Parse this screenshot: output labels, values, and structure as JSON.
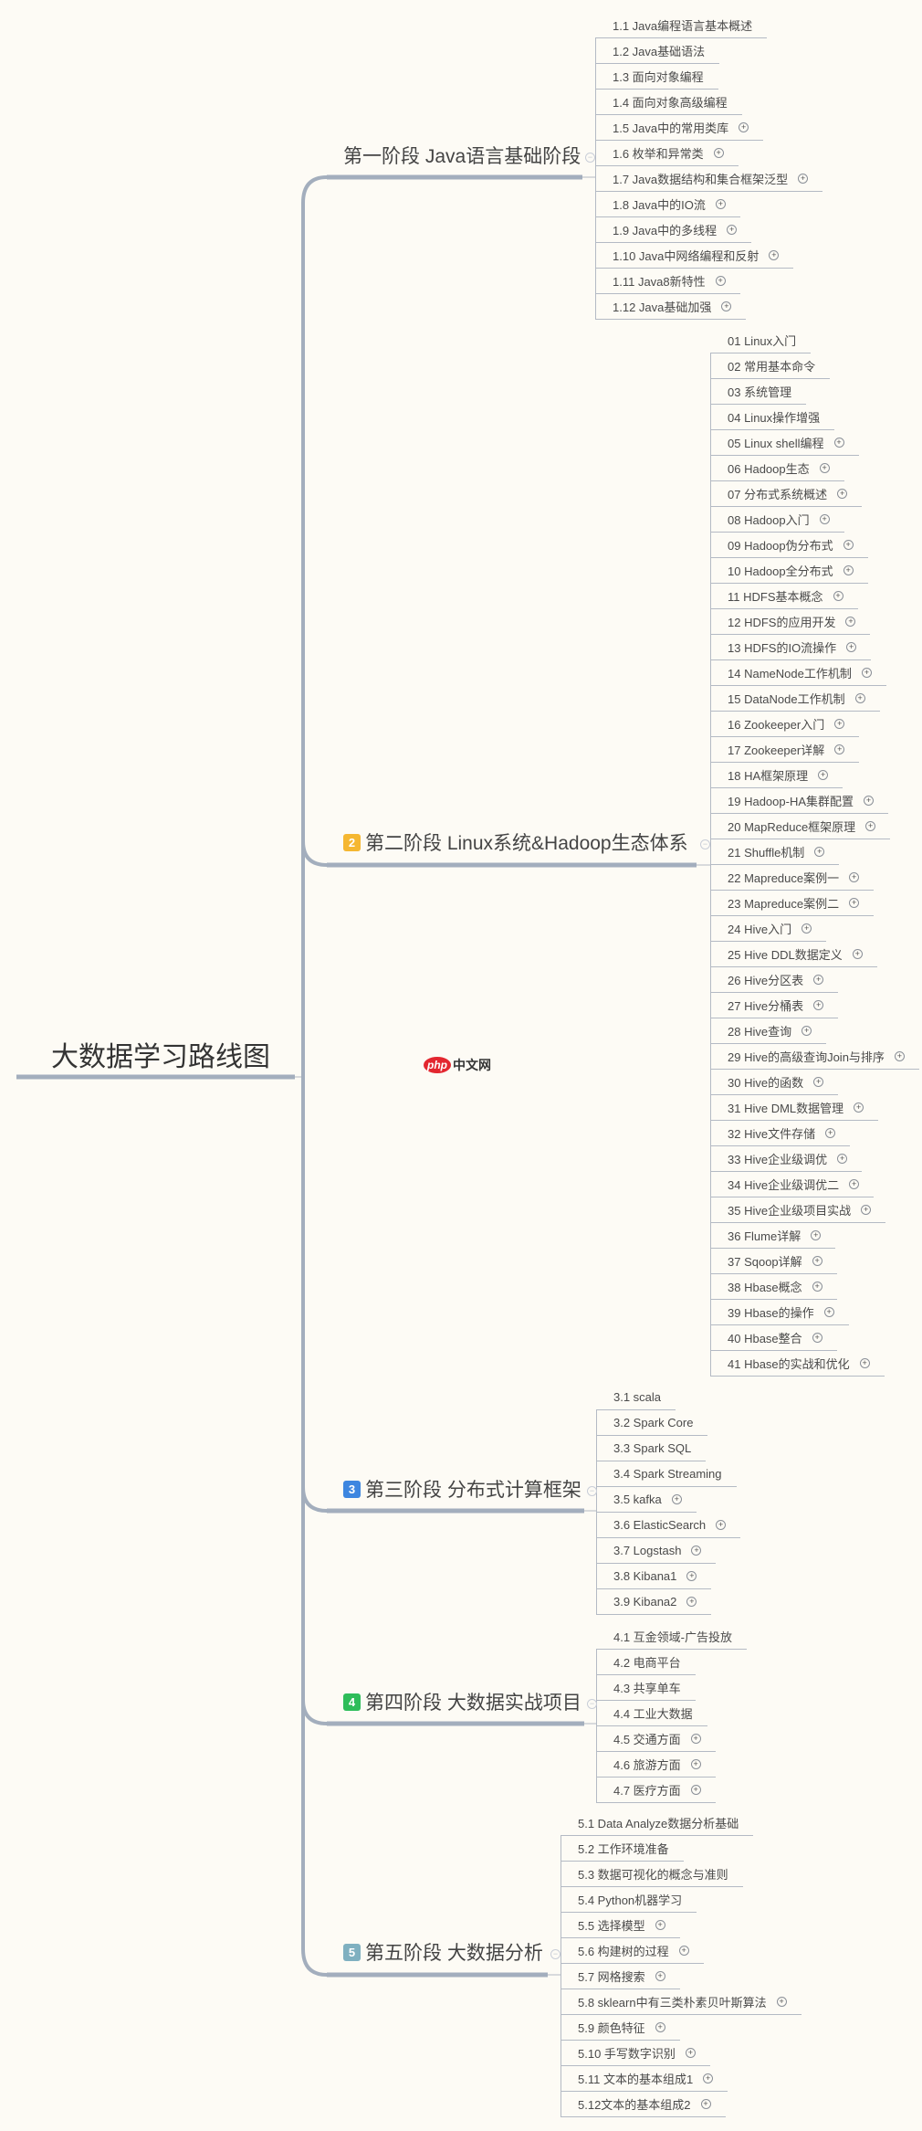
{
  "root": {
    "title": "大数据学习路线图"
  },
  "watermark": {
    "logo": "php",
    "text": "中文网"
  },
  "colors": {
    "branch": "#a3aebd",
    "badge2": "#f5b731",
    "badge3": "#3d86e0",
    "badge4": "#2ebd5a",
    "badge5": "#7fb0c0"
  },
  "stages": [
    {
      "badge": "",
      "title": "第一阶段 Java语言基础阶段",
      "items": [
        {
          "label": "1.1 Java编程语言基本概述",
          "expandable": false
        },
        {
          "label": "1.2 Java基础语法",
          "expandable": false
        },
        {
          "label": "1.3 面向对象编程",
          "expandable": false
        },
        {
          "label": "1.4 面向对象高级编程",
          "expandable": false
        },
        {
          "label": "1.5 Java中的常用类库",
          "expandable": true
        },
        {
          "label": "1.6 枚举和异常类",
          "expandable": true
        },
        {
          "label": "1.7 Java数据结构和集合框架泛型",
          "expandable": true
        },
        {
          "label": "1.8 Java中的IO流",
          "expandable": true
        },
        {
          "label": "1.9 Java中的多线程",
          "expandable": true
        },
        {
          "label": "1.10 Java中网络编程和反射",
          "expandable": true
        },
        {
          "label": "1.11 Java8新特性",
          "expandable": true
        },
        {
          "label": "1.12 Java基础加强",
          "expandable": true
        }
      ]
    },
    {
      "badge": "2",
      "title": "第二阶段 Linux系统&Hadoop生态体系",
      "items": [
        {
          "label": "01 Linux入门",
          "expandable": false
        },
        {
          "label": "02 常用基本命令",
          "expandable": false
        },
        {
          "label": "03 系统管理",
          "expandable": false
        },
        {
          "label": "04 Linux操作增强",
          "expandable": false
        },
        {
          "label": "05 Linux shell编程",
          "expandable": true
        },
        {
          "label": "06 Hadoop生态",
          "expandable": true
        },
        {
          "label": "07 分布式系统概述",
          "expandable": true
        },
        {
          "label": "08 Hadoop入门",
          "expandable": true
        },
        {
          "label": "09 Hadoop伪分布式",
          "expandable": true
        },
        {
          "label": "10 Hadoop全分布式",
          "expandable": true
        },
        {
          "label": "11 HDFS基本概念",
          "expandable": true
        },
        {
          "label": "12 HDFS的应用开发",
          "expandable": true
        },
        {
          "label": "13 HDFS的IO流操作",
          "expandable": true
        },
        {
          "label": "14 NameNode工作机制",
          "expandable": true
        },
        {
          "label": "15 DataNode工作机制",
          "expandable": true
        },
        {
          "label": "16 Zookeeper入门",
          "expandable": true
        },
        {
          "label": "17 Zookeeper详解",
          "expandable": true
        },
        {
          "label": "18 HA框架原理",
          "expandable": true
        },
        {
          "label": "19 Hadoop-HA集群配置",
          "expandable": true
        },
        {
          "label": "20 MapReduce框架原理",
          "expandable": true
        },
        {
          "label": "21 Shuffle机制",
          "expandable": true
        },
        {
          "label": "22 Mapreduce案例一",
          "expandable": true
        },
        {
          "label": "23 Mapreduce案例二",
          "expandable": true
        },
        {
          "label": "24 Hive入门",
          "expandable": true
        },
        {
          "label": "25 Hive DDL数据定义",
          "expandable": true
        },
        {
          "label": "26 Hive分区表",
          "expandable": true
        },
        {
          "label": "27 Hive分桶表",
          "expandable": true
        },
        {
          "label": "28 Hive查询",
          "expandable": true
        },
        {
          "label": "29 Hive的高级查询Join与排序",
          "expandable": true
        },
        {
          "label": "30 Hive的函数",
          "expandable": true
        },
        {
          "label": "31 Hive DML数据管理",
          "expandable": true
        },
        {
          "label": "32 Hive文件存储",
          "expandable": true
        },
        {
          "label": "33 Hive企业级调优",
          "expandable": true
        },
        {
          "label": "34 Hive企业级调优二",
          "expandable": true
        },
        {
          "label": "35 Hive企业级项目实战",
          "expandable": true
        },
        {
          "label": "36 Flume详解",
          "expandable": true
        },
        {
          "label": "37 Sqoop详解",
          "expandable": true
        },
        {
          "label": "38 Hbase概念",
          "expandable": true
        },
        {
          "label": "39 Hbase的操作",
          "expandable": true
        },
        {
          "label": "40 Hbase整合",
          "expandable": true
        },
        {
          "label": "41 Hbase的实战和优化",
          "expandable": true
        }
      ]
    },
    {
      "badge": "3",
      "title": "第三阶段 分布式计算框架",
      "items": [
        {
          "label": "3.1 scala",
          "expandable": false
        },
        {
          "label": "3.2 Spark Core",
          "expandable": false
        },
        {
          "label": "3.3 Spark SQL",
          "expandable": false
        },
        {
          "label": "3.4 Spark Streaming",
          "expandable": false
        },
        {
          "label": "3.5 kafka",
          "expandable": true
        },
        {
          "label": "3.6 ElasticSearch",
          "expandable": true
        },
        {
          "label": "3.7 Logstash",
          "expandable": true
        },
        {
          "label": "3.8 Kibana1",
          "expandable": true
        },
        {
          "label": "3.9 Kibana2",
          "expandable": true
        }
      ]
    },
    {
      "badge": "4",
      "title": "第四阶段 大数据实战项目",
      "items": [
        {
          "label": "4.1 互金领域-广告投放",
          "expandable": false
        },
        {
          "label": "4.2 电商平台",
          "expandable": false
        },
        {
          "label": "4.3 共享单车",
          "expandable": false
        },
        {
          "label": "4.4 工业大数据",
          "expandable": false
        },
        {
          "label": "4.5 交通方面",
          "expandable": true
        },
        {
          "label": "4.6 旅游方面",
          "expandable": true
        },
        {
          "label": "4.7 医疗方面",
          "expandable": true
        }
      ]
    },
    {
      "badge": "5",
      "title": "第五阶段 大数据分析",
      "items": [
        {
          "label": "5.1 Data Analyze数据分析基础",
          "expandable": false
        },
        {
          "label": "5.2 工作环境准备",
          "expandable": false
        },
        {
          "label": "5.3 数据可视化的概念与准则",
          "expandable": false
        },
        {
          "label": "5.4 Python机器学习",
          "expandable": false
        },
        {
          "label": "5.5 选择模型",
          "expandable": true
        },
        {
          "label": "5.6 构建树的过程",
          "expandable": true
        },
        {
          "label": "5.7 网格搜索",
          "expandable": true
        },
        {
          "label": "5.8 sklearn中有三类朴素贝叶斯算法",
          "expandable": true
        },
        {
          "label": "5.9 颜色特征",
          "expandable": true
        },
        {
          "label": "5.10 手写数字识别",
          "expandable": true
        },
        {
          "label": "5.11 文本的基本组成1",
          "expandable": true
        },
        {
          "label": "5.12文本的基本组成2",
          "expandable": true
        }
      ]
    }
  ]
}
